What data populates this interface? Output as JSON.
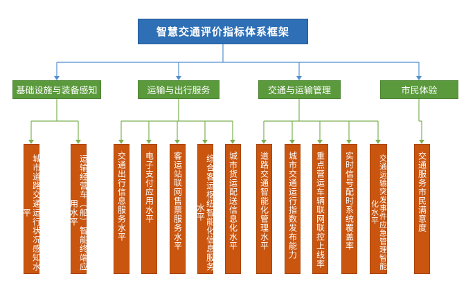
{
  "title": "智慧交通评价指标体系框架",
  "colors": {
    "root": "#2f6fb5",
    "category": "#5b9a3c",
    "leaf": "#c9550f",
    "root_connector": "#4f8ed0",
    "category_connector": "#7ab04f"
  },
  "categories": [
    {
      "label": "基础设施与装备感知",
      "items": [
        "城市道路交通运行状况感知水平",
        "运输经营车（船）智能终端应用水平"
      ]
    },
    {
      "label": "运输与出行服务",
      "items": [
        "交通出行信息服务水平",
        "电子支付应用水平",
        "客运站联网售票服务水平",
        "综合客运枢纽智能化信息服务水平",
        "城市货运配送信息化水平"
      ]
    },
    {
      "label": "交通与运输管理",
      "items": [
        "道路交通智能化管理水平",
        "城市交通运行指数发布能力",
        "重点营运车辆联网联控上线率",
        "实时信号配时系统覆盖率",
        "交通运输突发事件应急管理智能化水平"
      ]
    },
    {
      "label": "市民体验",
      "items": [
        "交通服务市民满意度"
      ]
    }
  ]
}
